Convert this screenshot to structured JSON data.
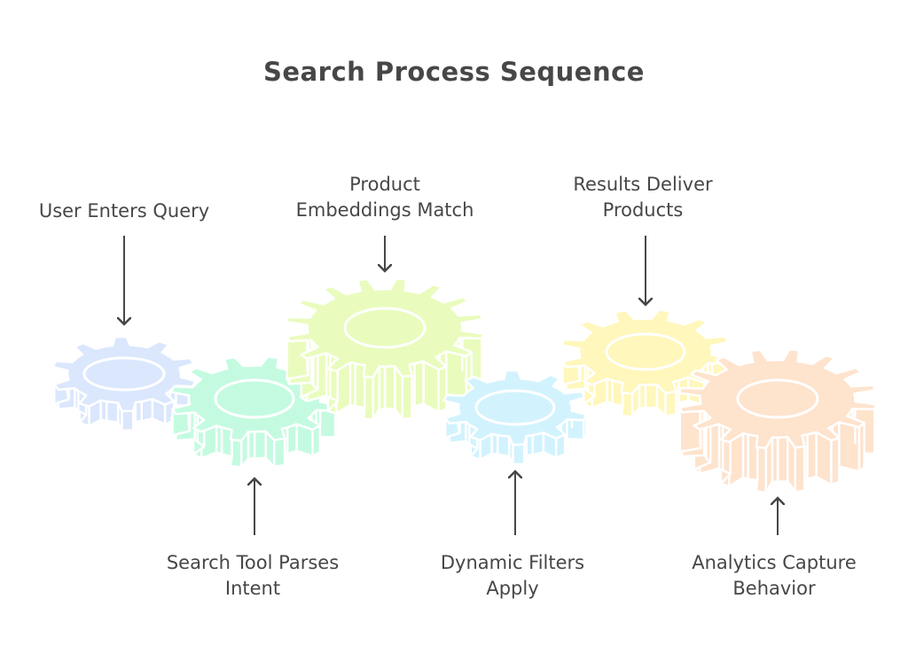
{
  "title": "Search Process Sequence",
  "steps": [
    {
      "id": "user-enters-query",
      "line1": "User Enters Query",
      "line2": "",
      "color": "#dbe7fd",
      "position": "top"
    },
    {
      "id": "search-tool-parses-intent",
      "line1": "Search Tool Parses",
      "line2": "Intent",
      "color": "#c4fbe0",
      "position": "bottom"
    },
    {
      "id": "product-embeddings-match",
      "line1": "Product",
      "line2": "Embeddings Match",
      "color": "#e9fcbd",
      "position": "top"
    },
    {
      "id": "dynamic-filters-apply",
      "line1": "Dynamic Filters",
      "line2": "Apply",
      "color": "#d2f3fd",
      "position": "bottom"
    },
    {
      "id": "results-deliver-products",
      "line1": "Results Deliver",
      "line2": "Products",
      "color": "#fff7bb",
      "position": "top"
    },
    {
      "id": "analytics-capture-behavior",
      "line1": "Analytics Capture",
      "line2": "Behavior",
      "color": "#fee3cd",
      "position": "bottom"
    }
  ],
  "colors": {
    "text": "#474747",
    "arrow": "#474747",
    "outline": "#ffffff"
  }
}
